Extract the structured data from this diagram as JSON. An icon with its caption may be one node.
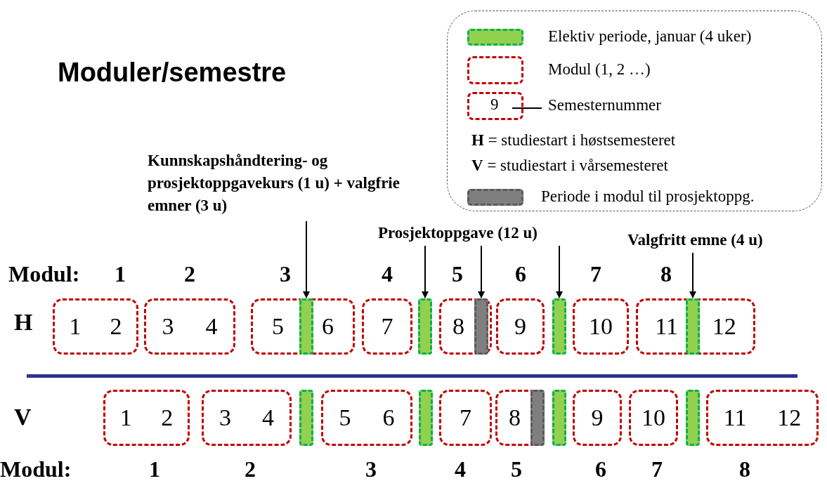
{
  "diagram": {
    "title": "Moduler/semestre",
    "nodes": [
      {
        "text": [
          "Kunnskapshåndtering- og prosjektoppgavekurs (1 u) + valgfrie emner (3 u)"
        ]
      },
      {
        "text": [
          "Prosjektoppgave (12 u)"
        ]
      },
      {
        "text": [
          "Valgfritt emne (4 u)"
        ]
      },
      {
        "text": [
          "1",
          "2"
        ]
      },
      {
        "text": [
          "3",
          "4"
        ]
      },
      {
        "text": [
          "5",
          "6"
        ]
      },
      {
        "text": [],
        "shape": "bar",
        "in": 5
      },
      {
        "text": [
          "7"
        ]
      },
      {
        "text": [],
        "shape": "bar"
      },
      {
        "text": [
          "8"
        ]
      },
      {
        "text": [],
        "shape": "bar",
        "in": 9
      },
      {
        "text": [
          "9"
        ]
      },
      {
        "text": [],
        "shape": "bar"
      },
      {
        "text": [
          "10"
        ]
      },
      {
        "text": [
          "11",
          "12"
        ]
      },
      {
        "text": [],
        "shape": "bar",
        "in": 14
      },
      {
        "text": [
          "1",
          "2"
        ]
      },
      {
        "text": [
          "3",
          "4"
        ]
      },
      {
        "text": [],
        "shape": "bar"
      },
      {
        "text": [
          "5",
          "6"
        ]
      },
      {
        "text": [],
        "shape": "bar"
      },
      {
        "text": [
          "7"
        ]
      },
      {
        "text": [
          "8"
        ]
      },
      {
        "text": [],
        "shape": "bar",
        "in": 22
      },
      {
        "text": [],
        "shape": "bar"
      },
      {
        "text": [
          "9"
        ]
      },
      {
        "text": [
          "10"
        ]
      },
      {
        "text": [],
        "shape": "bar"
      },
      {
        "text": [
          "11",
          "12"
        ]
      }
    ],
    "edges": [
      {
        "from": 0,
        "to": 6,
        "arrow": "to"
      },
      {
        "from": 1,
        "to": 8,
        "arrow": "to"
      },
      {
        "from": 1,
        "to": 10,
        "arrow": "to"
      },
      {
        "from": 1,
        "to": 12,
        "arrow": "to"
      },
      {
        "from": 2,
        "to": 15,
        "arrow": "to"
      }
    ],
    "labels": [
      "9",
      "Modul:",
      "1",
      "2",
      "3",
      "4",
      "5",
      "6",
      "7",
      "8",
      "H",
      "V",
      "Modul:",
      "1",
      "2",
      "3",
      "4",
      "5",
      "6",
      "7",
      "8"
    ],
    "legend": [
      {
        "text": "Elektiv periode, januar (4 uker)",
        "color": "#92d050"
      },
      {
        "text": "Modul (1, 2 …)"
      },
      {
        "text": "Semesternummer"
      },
      {
        "text": "**H** = studiestart i høstsemesteret"
      },
      {
        "text": "**V** = studiestart i vårsemesteret"
      },
      {
        "text": "Periode i modul til prosjektoppg.",
        "color": "#7f7f7f"
      }
    ]
  }
}
